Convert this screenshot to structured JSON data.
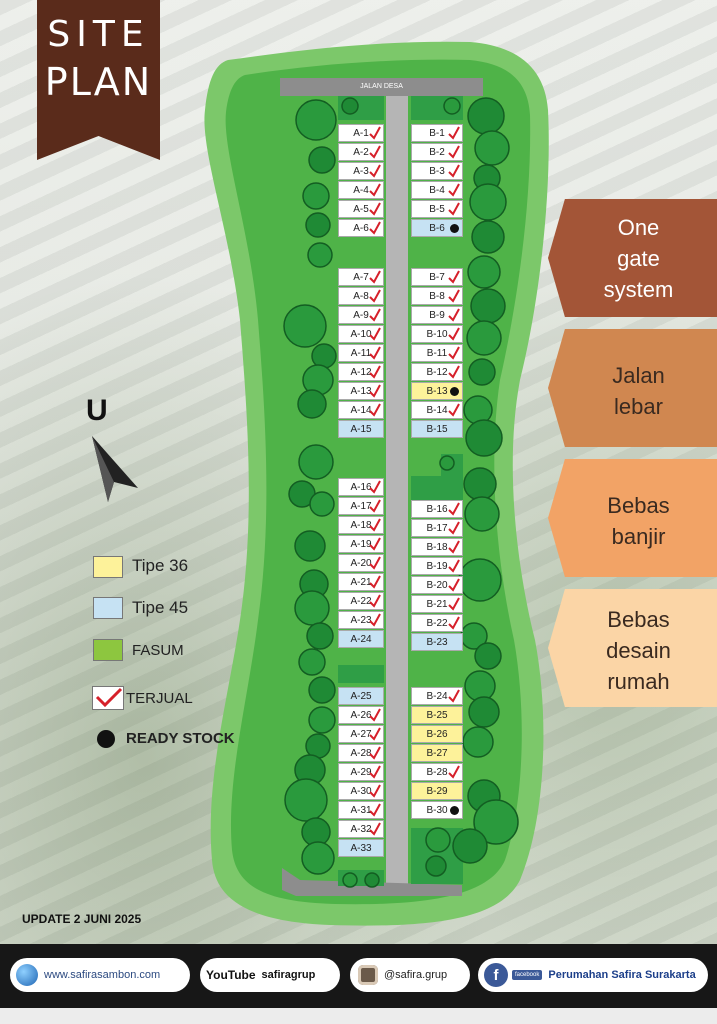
{
  "title": {
    "line1": "SITE",
    "line2": "PLAN"
  },
  "road_name": "JALAN DESA",
  "compass": {
    "label": "U"
  },
  "legend": {
    "type36": {
      "label": "Tipe 36",
      "color": "#fdf29a"
    },
    "type45": {
      "label": "Tipe 45",
      "color": "#c6e2f3"
    },
    "fasum": {
      "label": "FASUM",
      "color": "#8dc63f"
    },
    "sold": {
      "label": "TERJUAL"
    },
    "ready": {
      "label": "READY STOCK"
    }
  },
  "features": [
    {
      "line1": "One",
      "line2": "gate",
      "line3": "system",
      "color": "#a35537"
    },
    {
      "line1": "Jalan",
      "line2": "lebar",
      "line3": "",
      "color": "#d08750"
    },
    {
      "line1": "Bebas",
      "line2": "banjir",
      "line3": "",
      "color": "#f2a366"
    },
    {
      "line1": "Bebas",
      "line2": "desain",
      "line3": "rumah",
      "color": "#fbd5a6"
    }
  ],
  "update_text": "UPDATE 2 JUNI 2025",
  "footer": {
    "website": "www.safirasambon.com",
    "youtube_logo": "YouTube",
    "youtube": "safiragrup",
    "instagram": "@safira.grup",
    "facebook_badge": "facebook",
    "facebook": "Perumahan Safira Surakarta"
  },
  "lots_a": [
    {
      "label": "A-1",
      "status": "sold",
      "type": "white"
    },
    {
      "label": "A-2",
      "status": "sold",
      "type": "white"
    },
    {
      "label": "A-3",
      "status": "sold",
      "type": "white"
    },
    {
      "label": "A-4",
      "status": "sold",
      "type": "white"
    },
    {
      "label": "A-5",
      "status": "sold",
      "type": "white"
    },
    {
      "label": "A-6",
      "status": "sold",
      "type": "white"
    },
    {
      "label": "A-7",
      "status": "sold",
      "type": "white"
    },
    {
      "label": "A-8",
      "status": "sold",
      "type": "white"
    },
    {
      "label": "A-9",
      "status": "sold",
      "type": "white"
    },
    {
      "label": "A-10",
      "status": "sold",
      "type": "white"
    },
    {
      "label": "A-11",
      "status": "sold",
      "type": "white"
    },
    {
      "label": "A-12",
      "status": "sold",
      "type": "white"
    },
    {
      "label": "A-13",
      "status": "sold",
      "type": "white"
    },
    {
      "label": "A-14",
      "status": "sold",
      "type": "white"
    },
    {
      "label": "A-15",
      "status": "none",
      "type": "blue"
    },
    {
      "label": "A-16",
      "status": "sold",
      "type": "white"
    },
    {
      "label": "A-17",
      "status": "sold",
      "type": "white"
    },
    {
      "label": "A-18",
      "status": "sold",
      "type": "white"
    },
    {
      "label": "A-19",
      "status": "sold",
      "type": "white"
    },
    {
      "label": "A-20",
      "status": "sold",
      "type": "white"
    },
    {
      "label": "A-21",
      "status": "sold",
      "type": "white"
    },
    {
      "label": "A-22",
      "status": "sold",
      "type": "white"
    },
    {
      "label": "A-23",
      "status": "sold",
      "type": "white"
    },
    {
      "label": "A-24",
      "status": "none",
      "type": "blue"
    },
    {
      "label": "A-25",
      "status": "none",
      "type": "blue"
    },
    {
      "label": "A-26",
      "status": "sold",
      "type": "white"
    },
    {
      "label": "A-27",
      "status": "sold",
      "type": "white"
    },
    {
      "label": "A-28",
      "status": "sold",
      "type": "white"
    },
    {
      "label": "A-29",
      "status": "sold",
      "type": "white"
    },
    {
      "label": "A-30",
      "status": "sold",
      "type": "white"
    },
    {
      "label": "A-31",
      "status": "sold",
      "type": "white"
    },
    {
      "label": "A-32",
      "status": "sold",
      "type": "white"
    },
    {
      "label": "A-33",
      "status": "none",
      "type": "blue"
    }
  ],
  "lots_b": [
    {
      "label": "B-1",
      "status": "sold",
      "type": "white"
    },
    {
      "label": "B-2",
      "status": "sold",
      "type": "white"
    },
    {
      "label": "B-3",
      "status": "sold",
      "type": "white"
    },
    {
      "label": "B-4",
      "status": "sold",
      "type": "white"
    },
    {
      "label": "B-5",
      "status": "sold",
      "type": "white"
    },
    {
      "label": "B-6",
      "status": "ready",
      "type": "blue"
    },
    {
      "label": "B-7",
      "status": "sold",
      "type": "white"
    },
    {
      "label": "B-8",
      "status": "sold",
      "type": "white"
    },
    {
      "label": "B-9",
      "status": "sold",
      "type": "white"
    },
    {
      "label": "B-10",
      "status": "sold",
      "type": "white"
    },
    {
      "label": "B-11",
      "status": "sold",
      "type": "white"
    },
    {
      "label": "B-12",
      "status": "sold",
      "type": "white"
    },
    {
      "label": "B-13",
      "status": "ready",
      "type": "yellow"
    },
    {
      "label": "B-14",
      "status": "sold",
      "type": "white"
    },
    {
      "label": "B-15",
      "status": "none",
      "type": "blue"
    },
    {
      "label": "B-16",
      "status": "sold",
      "type": "white"
    },
    {
      "label": "B-17",
      "status": "sold",
      "type": "white"
    },
    {
      "label": "B-18",
      "status": "sold",
      "type": "white"
    },
    {
      "label": "B-19",
      "status": "sold",
      "type": "white"
    },
    {
      "label": "B-20",
      "status": "sold",
      "type": "white"
    },
    {
      "label": "B-21",
      "status": "sold",
      "type": "white"
    },
    {
      "label": "B-22",
      "status": "sold",
      "type": "white"
    },
    {
      "label": "B-23",
      "status": "none",
      "type": "blue"
    },
    {
      "label": "B-24",
      "status": "sold",
      "type": "white"
    },
    {
      "label": "B-25",
      "status": "none",
      "type": "yellow"
    },
    {
      "label": "B-26",
      "status": "none",
      "type": "yellow"
    },
    {
      "label": "B-27",
      "status": "none",
      "type": "yellow"
    },
    {
      "label": "B-28",
      "status": "sold",
      "type": "white"
    },
    {
      "label": "B-29",
      "status": "none",
      "type": "yellow"
    },
    {
      "label": "B-30",
      "status": "ready",
      "type": "white"
    }
  ]
}
